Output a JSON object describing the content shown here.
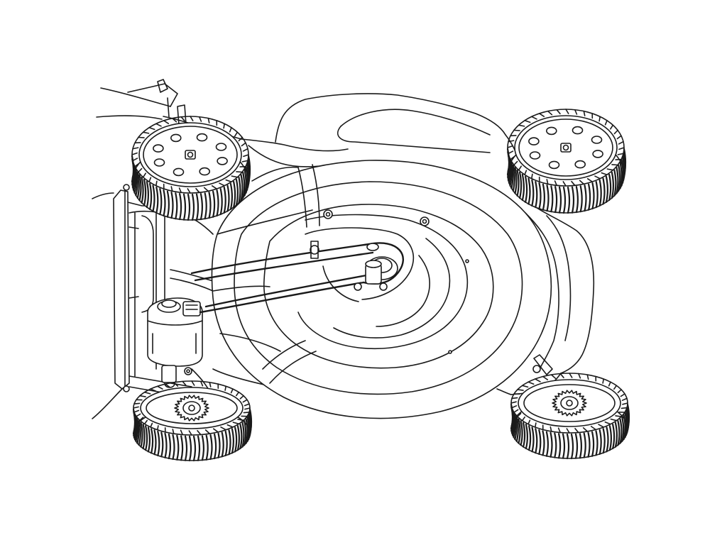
{
  "figure": {
    "subject": "lawn-mower-underside-line-drawing",
    "colors": {
      "line": "#1a1a1a",
      "background": "#ffffff"
    },
    "wheels": [
      {
        "id": "rear-left",
        "type": "hubcap"
      },
      {
        "id": "rear-right",
        "type": "hubcap"
      },
      {
        "id": "front-left",
        "type": "drive-gear"
      },
      {
        "id": "front-right",
        "type": "drive-gear"
      }
    ],
    "deck_rings": 6
  }
}
